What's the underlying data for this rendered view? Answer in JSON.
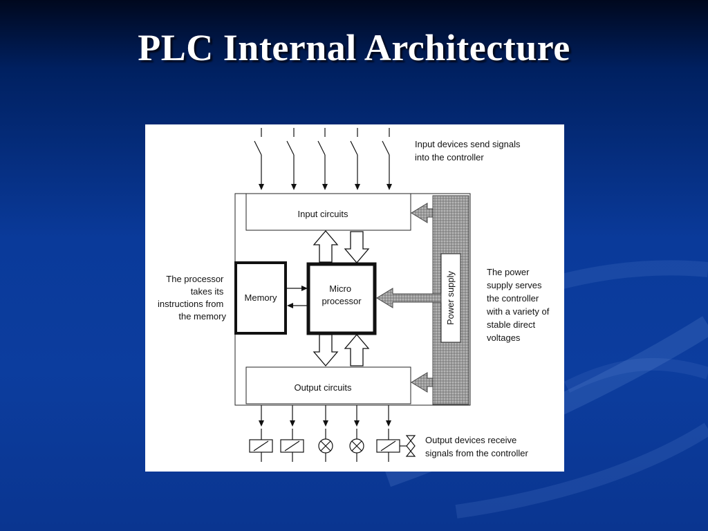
{
  "slide": {
    "title": "PLC Internal Architecture"
  },
  "diagram": {
    "input_note": [
      "Input devices send signals",
      "into the controller"
    ],
    "input_circuits": "Input circuits",
    "output_circuits": "Output circuits",
    "memory": "Memory",
    "processor": [
      "Micro",
      "processor"
    ],
    "power_supply": "Power supply",
    "processor_note": [
      "The  processor",
      "takes its",
      "instructions from",
      "the memory"
    ],
    "power_note": [
      "The power",
      "supply serves",
      "the controller",
      "with a variety of",
      "stable direct",
      "voltages"
    ],
    "output_note": [
      "Output devices receive",
      "signals from the controller"
    ]
  },
  "colors": {
    "background": "#0c3d9e",
    "title": "#ffffff",
    "panel": "#ffffff",
    "power_supply_fill": "#8c8c8c"
  }
}
